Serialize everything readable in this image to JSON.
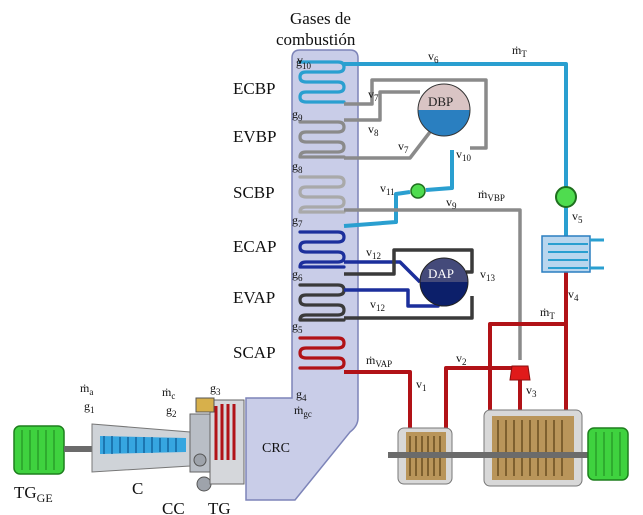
{
  "title": {
    "line1": "Gases de",
    "line2": "combustión"
  },
  "sections": [
    "ECBP",
    "EVBP",
    "SCBP",
    "ECAP",
    "EVAP",
    "SCAP"
  ],
  "gas_points": {
    "g10": "g",
    "g9": "g",
    "g8": "g",
    "g7": "g",
    "g6": "g",
    "g5": "g",
    "g4": "g",
    "g3": "g",
    "g2": "g",
    "g1": "g"
  },
  "drums": {
    "low": "DBP",
    "high": "DAP"
  },
  "crc": "CRC",
  "labels": {
    "v": "v",
    "m": "m",
    "sub_T": "T",
    "sub_VBP": "VBP",
    "sub_VAP": "VAP",
    "sub_gc": "gc",
    "sub_a": "a",
    "sub_c": "c",
    "sub_GE": "GE"
  },
  "equipment": {
    "tg_ge": "TG",
    "compressor": "C",
    "cc": "CC",
    "tg": "TG"
  },
  "colors": {
    "panel": "#c9cde8",
    "panel_edge": "#7d84b8",
    "light_blue": "#2a9fd0",
    "dark_blue": "#1c2f9c",
    "gray": "#8a8a8a",
    "dark_gray": "#3a3a3a",
    "red": "#b11217",
    "green": "#4fdc4f"
  }
}
